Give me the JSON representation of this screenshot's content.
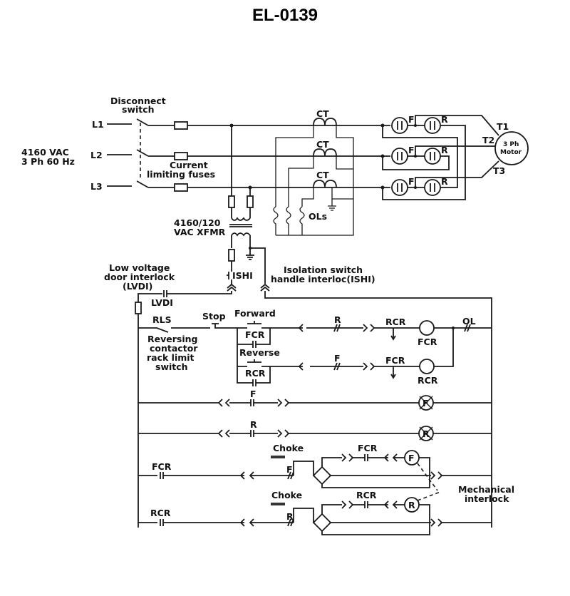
{
  "title": "EL-0139",
  "power": {
    "supply": [
      "4160 VAC",
      "3 Ph 60 Hz"
    ],
    "lines": [
      "L1",
      "L2",
      "L3"
    ],
    "disconnect": [
      "Disconnect",
      "switch"
    ],
    "fuses": [
      "Current",
      "limiting fuses"
    ],
    "ct": "CT",
    "ols": "OLs",
    "forward": "F",
    "reverse": "R",
    "terminals": [
      "T1",
      "T2",
      "T3"
    ],
    "motor": [
      "3 Ph",
      "Motor"
    ]
  },
  "control": {
    "xfmr": [
      "4160/120",
      "VAC XFMR"
    ],
    "ishi": "ISHI",
    "ishi_desc": [
      "Isolation switch",
      "handle interloc(ISHI)"
    ],
    "lvdi_desc": [
      "Low voltage",
      "door interlock",
      "(LVDI)"
    ],
    "lvdi": "LVDI",
    "rls": "RLS",
    "rls_desc": [
      "Reversing",
      "contactor",
      "rack limit",
      "switch"
    ],
    "stop": "Stop",
    "forward_pb": "Forward",
    "reverse_pb": "Reverse",
    "fcr": "FCR",
    "rcr": "RCR",
    "r": "R",
    "f": "F",
    "ol": "OL",
    "choke": "Choke",
    "mech": [
      "Mechanical",
      "interlock"
    ]
  }
}
